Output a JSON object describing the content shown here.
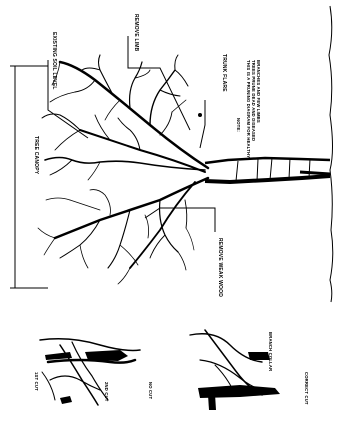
{
  "labels": {
    "tree_canopy": "TREE CANOPY",
    "existing_soil_level": "EXISTING SOIL LEVEL",
    "remove_limb": "REMOVE LIMB",
    "trunk_flare": "TRUNK FLARE",
    "remove_weak_wood": "REMOVE WEAK WOOD",
    "prune_note_1": "THIS IS A PRUNING DIAGRAM FOR HEALTHY",
    "prune_note_2": "TREES PRUNE DEAD AND DISEASED",
    "prune_note_3": "BRANCHES AND FEW LIMBS",
    "prune_note_title": "NOTE:",
    "no_cut": "NO CUT",
    "correct_cut": "CORRECT CUT",
    "branch_collar_label": "BRANCH COLLAR",
    "first_cut": "1ST CUT",
    "second_cut": "2ND CUT"
  }
}
